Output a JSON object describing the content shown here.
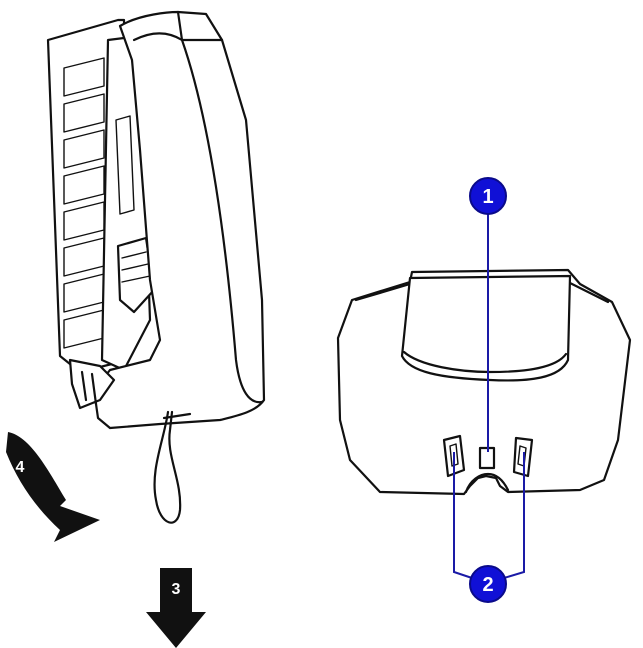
{
  "callouts": {
    "latch": {
      "number": "1",
      "color": "#1010d6"
    },
    "hooks": {
      "number": "2",
      "color": "#1010d6"
    }
  },
  "steps": {
    "pull_down": {
      "number": "3"
    },
    "rotate": {
      "number": "4"
    }
  }
}
